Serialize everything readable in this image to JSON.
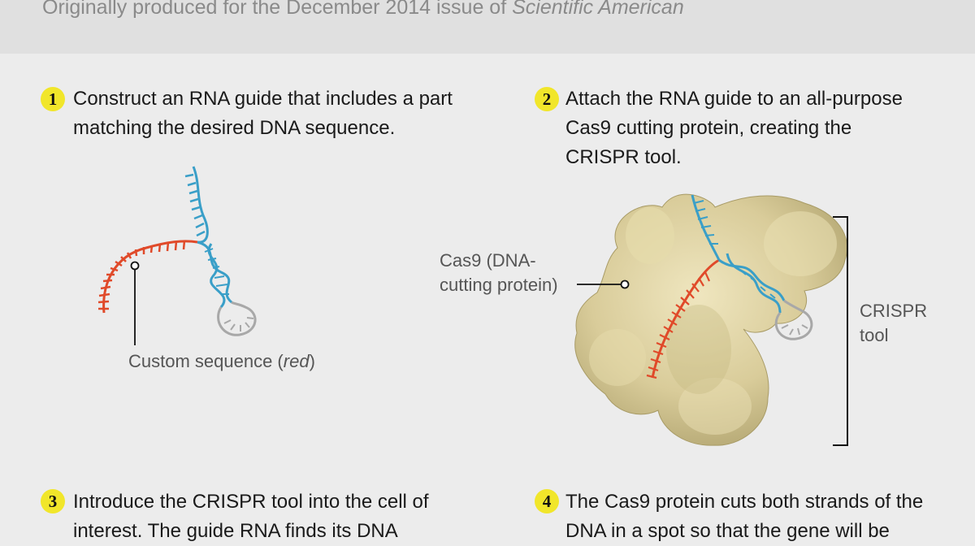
{
  "header": {
    "credit_prefix": "Originally produced for the December 2014 issue of ",
    "credit_publication": "Scientific American"
  },
  "steps": [
    {
      "number": "1",
      "text": "Construct an RNA guide that includes a part matching the desired DNA sequence."
    },
    {
      "number": "2",
      "text": "Attach the RNA guide to an all-purpose Cas9 cutting protein, creating the CRISPR tool."
    },
    {
      "number": "3",
      "text": "Introduce the CRISPR tool into the cell of interest. The guide RNA finds its DNA"
    },
    {
      "number": "4",
      "text": "The Cas9 protein cuts both strands of the DNA in a spot so that the gene will be"
    }
  ],
  "labels": {
    "custom_sequence_prefix": "Custom sequence (",
    "custom_sequence_color": "red",
    "custom_sequence_suffix": ")",
    "cas9_line1": "Cas9 (DNA-",
    "cas9_line2": "cutting protein)",
    "crispr_line1": "CRISPR",
    "crispr_line2": "tool"
  },
  "colors": {
    "custom_rna": "#e04a2a",
    "guide_rna": "#3a9fc8",
    "loop": "#a8a8a8",
    "protein": "#d9cc9a",
    "step_badge": "#f1e62a"
  }
}
